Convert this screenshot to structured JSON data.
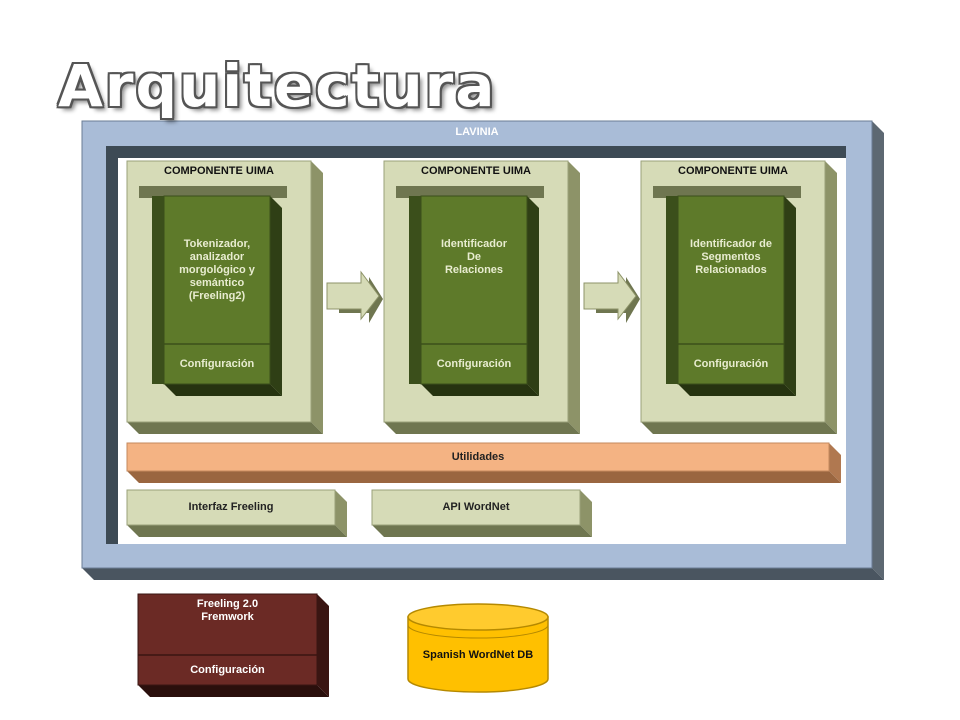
{
  "title": "Arquitectura",
  "lavinia": {
    "label": "LAVINIA"
  },
  "components": [
    {
      "header": "COMPONENTE UIMA",
      "lines": [
        "Tokenizador,",
        "analizador",
        "morgológico y",
        "semántico",
        "(Freeling2)"
      ],
      "config": "Configuración"
    },
    {
      "header": "COMPONENTE UIMA",
      "lines": [
        "Identificador",
        "De",
        "Relaciones"
      ],
      "config": "Configuración"
    },
    {
      "header": "COMPONENTE UIMA",
      "lines": [
        "Identificador de",
        "Segmentos",
        "Relacionados"
      ],
      "config": "Configuración"
    }
  ],
  "utilidades": "Utilidades",
  "interfaz_freeling": "Interfaz Freeling",
  "api_wordnet": "API WordNet",
  "freeling": {
    "lines": [
      "Freeling 2.0",
      "Fremwork"
    ],
    "config": "Configuración"
  },
  "database": "Spanish WordNet DB",
  "colors": {
    "lavinia_frame": "#a9bcd7",
    "lavinia_dark": "#4a5560",
    "component_frame": "#d6dbb7",
    "component_dark": "#8d9368",
    "inner_green": "#5e7a2a",
    "inner_dark": "#2f3f15",
    "utilidades": "#f4b383",
    "utilidades_dark": "#b07850",
    "freeling": "#6b2a25",
    "freeling_dark": "#3a1512",
    "database": "#ffc000",
    "database_dark": "#b58900"
  }
}
